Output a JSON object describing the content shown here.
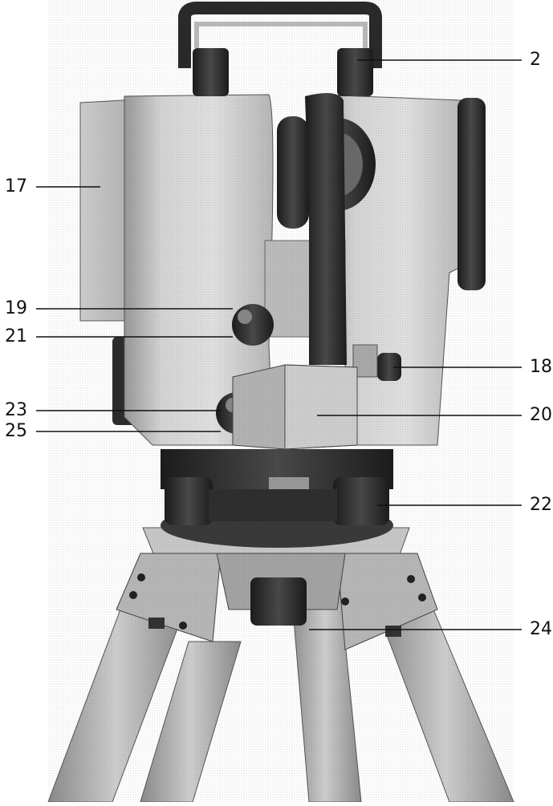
{
  "callouts": {
    "left": [
      "17",
      "19",
      "21",
      "23",
      "25"
    ],
    "right": [
      "2",
      "18",
      "20",
      "22",
      "24"
    ]
  },
  "colors": {
    "body_light": "#d8d8d8",
    "body_mid": "#a9a9a9",
    "dark": "#2b2b2b",
    "leader_line": "#111111"
  }
}
